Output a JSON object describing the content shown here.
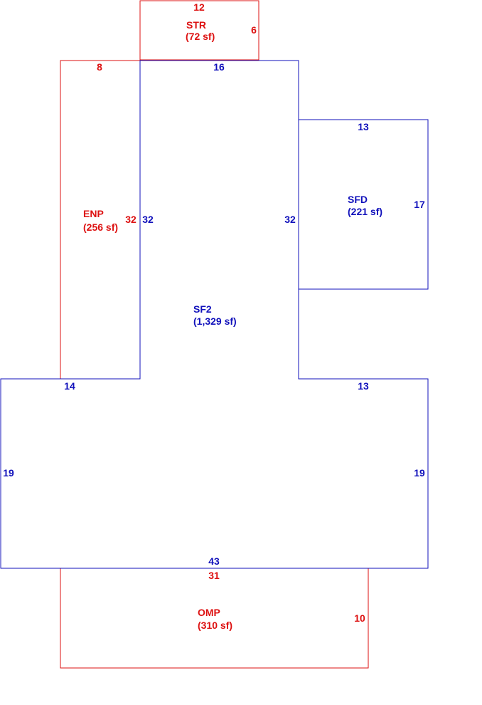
{
  "colors": {
    "red": "#dd1111",
    "blue": "#1111bb"
  },
  "areas": {
    "str": {
      "code": "STR",
      "area": "(72 sf)"
    },
    "enp": {
      "code": "ENP",
      "area": "(256 sf)"
    },
    "sf2": {
      "code": "SF2",
      "area": "(1,329 sf)"
    },
    "sfd": {
      "code": "SFD",
      "area": "(221 sf)"
    },
    "omp": {
      "code": "OMP",
      "area": "(310 sf)"
    }
  },
  "dimensions": {
    "str_top": "12",
    "str_right": "6",
    "enp_top": "8",
    "enp_right": "32",
    "sf2_top": "16",
    "sf2_left_upper": "32",
    "sf2_right_upper": "32",
    "sf2_step_left": "14",
    "sf2_step_right": "13",
    "sf2_left_lower": "19",
    "sf2_right_lower": "19",
    "sf2_bottom": "43",
    "sfd_top": "13",
    "sfd_right": "17",
    "omp_top": "31",
    "omp_right": "10"
  }
}
